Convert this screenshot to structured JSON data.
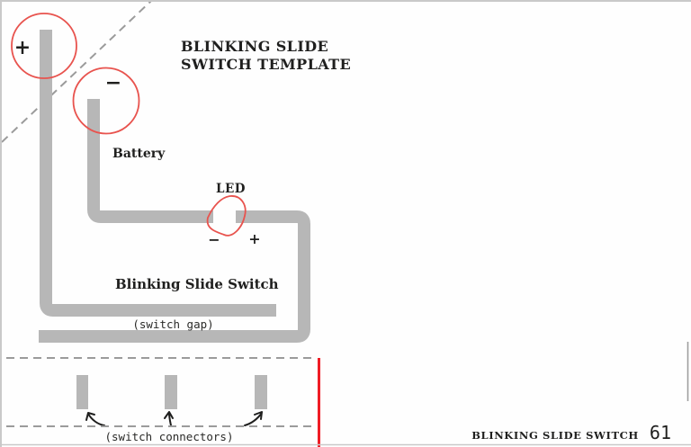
{
  "title": {
    "line1": "BLINKING SLIDE",
    "line2": "SWITCH TEMPLATE"
  },
  "battery": {
    "label": "Battery",
    "plus_sign": "+",
    "minus_sign": "−"
  },
  "led": {
    "label": "LED",
    "minus_sign": "−",
    "plus_sign": "+"
  },
  "switch": {
    "label": "Blinking Slide Switch",
    "gap_label": "(switch gap)",
    "connectors_label": "(switch connectors)"
  },
  "footer": {
    "label": "BLINKING SLIDE SWITCH",
    "page_number": "61"
  },
  "colors": {
    "trace": "#b7b7b7",
    "circle_red": "#e8534e",
    "cut_red": "#ef1c24",
    "dash_gray": "#9b9b9b",
    "ink": "#1f1f1e",
    "border_gray": "#c9c9c9"
  }
}
